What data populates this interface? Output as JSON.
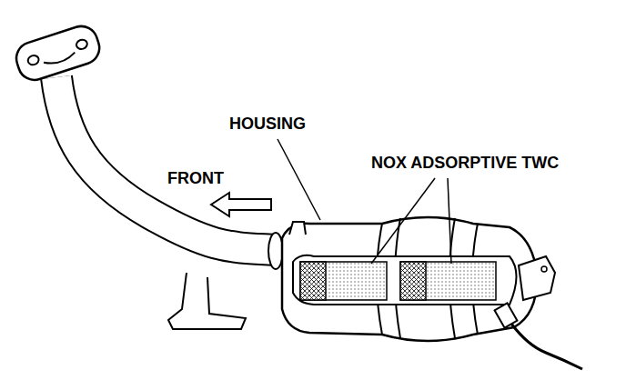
{
  "diagram": {
    "labels": [
      "HOUSING",
      "FRONT",
      "NOX ADSORPTIVE TWC"
    ]
  }
}
